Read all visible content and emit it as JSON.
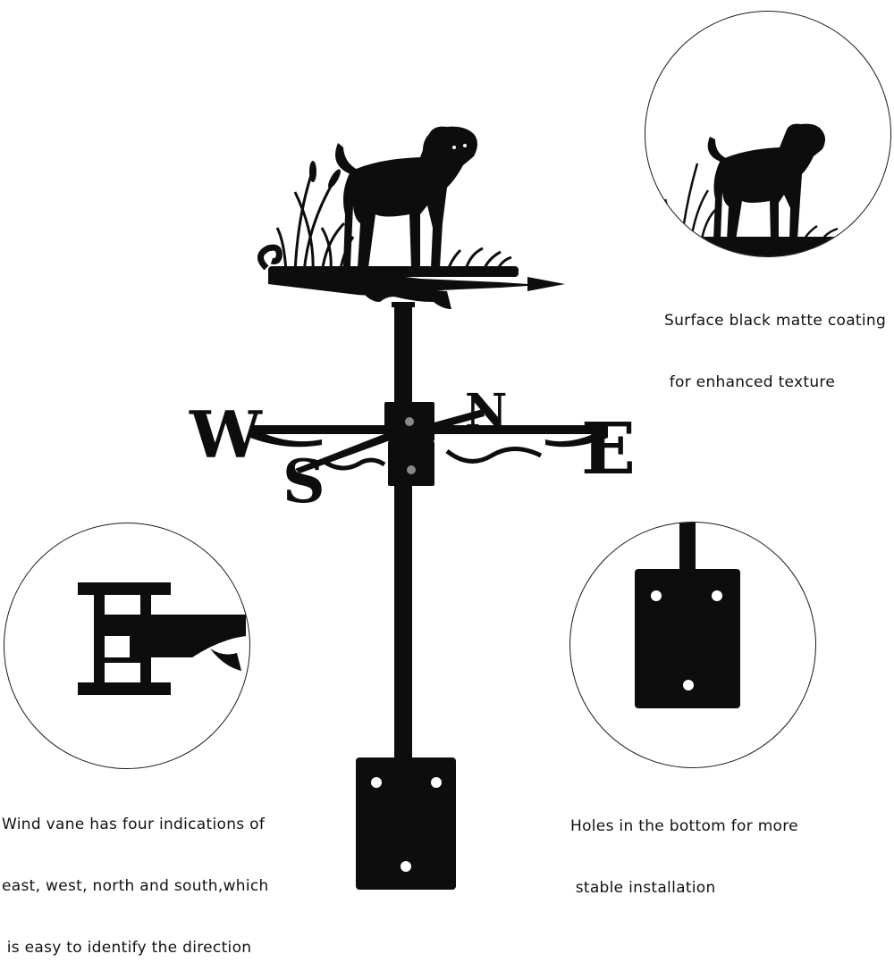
{
  "product": {
    "name": "Dog weather vane",
    "directions": {
      "west": "W",
      "east": "E",
      "north": "N",
      "south": "S"
    }
  },
  "callouts": {
    "coating": {
      "line1": "Surface black matte coating",
      "line2": " for enhanced texture"
    },
    "directions": {
      "line1": "Wind vane has four indications of",
      "line2": "east, west, north and south,which",
      "line3": " is easy to identify the direction"
    },
    "mounting": {
      "line1": "Holes in the bottom for more",
      "line2": " stable installation"
    }
  },
  "icons": {
    "dog": "dog-silhouette-icon",
    "grass": "grass-icon",
    "arrow": "arrow-pointer-icon",
    "plate": "mounting-plate-icon"
  },
  "colors": {
    "metal": "#0d0d0d",
    "background": "#ffffff",
    "outline": "#1a1a1a"
  }
}
